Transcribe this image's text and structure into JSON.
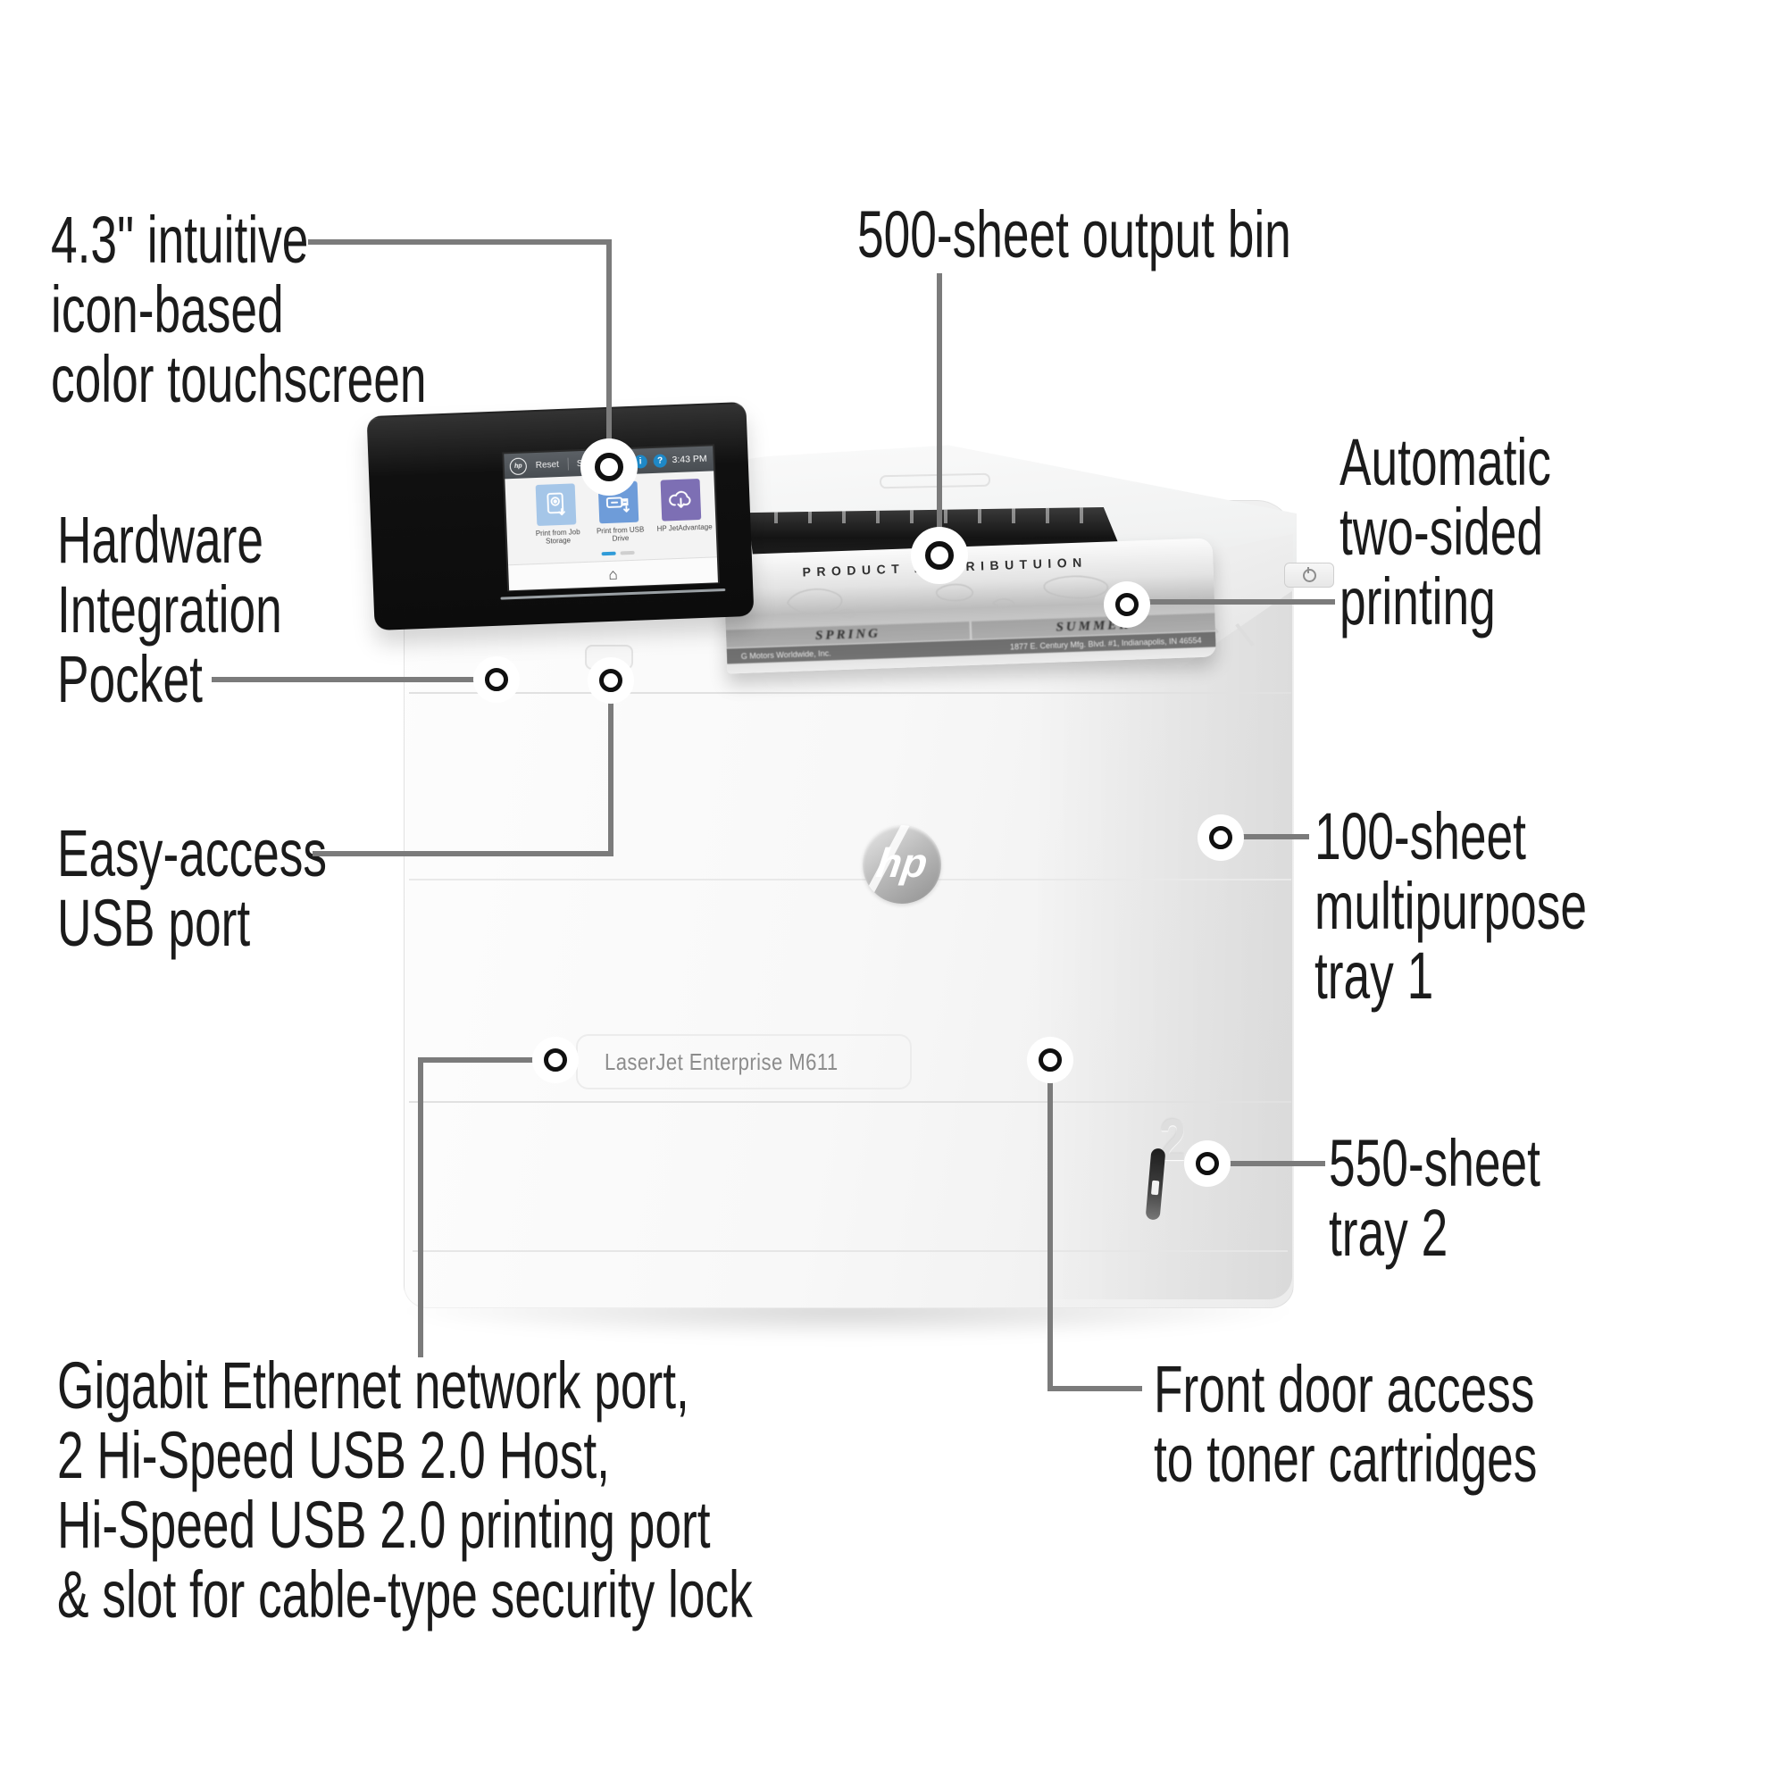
{
  "callouts": {
    "touchscreen": {
      "label": "4.3\" intuitive\nicon-based\ncolor touchscreen"
    },
    "output_bin": {
      "label": "500-sheet output bin"
    },
    "duplex": {
      "label": "Automatic\ntwo-sided\nprinting"
    },
    "hip": {
      "label": "Hardware\nIntegration\nPocket"
    },
    "usb": {
      "label": "Easy-access\nUSB port"
    },
    "tray1": {
      "label": "100-sheet\nmultipurpose\ntray 1"
    },
    "tray2": {
      "label": "550-sheet\ntray 2"
    },
    "front_door": {
      "label": "Front door access\nto toner cartridges"
    },
    "rear_ports": {
      "label": "Gigabit Ethernet network port,\n2 Hi-Speed USB 2.0 Host,\nHi-Speed USB 2.0 printing port\n& slot for cable-type security lock"
    }
  },
  "printer": {
    "model_label": "LaserJet Enterprise M611",
    "brand_logo": "hp",
    "tray_number": "2",
    "screen": {
      "logo": "hp",
      "reset_label": "Reset",
      "sign_in_label": "Sign In",
      "info_icon_glyph": "i",
      "help_icon_glyph": "?",
      "time": "3:43 PM",
      "tiles": [
        {
          "label": "Print from Job\nStorage",
          "color": "#a5c6e8"
        },
        {
          "label": "Print from USB\nDrive",
          "color": "#6e9cd9"
        },
        {
          "label": "HP JetAdvantage",
          "color": "#7d6fb4"
        }
      ],
      "home_icon": "⌂"
    },
    "printed_page": {
      "title": "PRODUCT DISTRIBUTUION",
      "season_left": "SPRING",
      "season_right": "SUMMER",
      "footer_left": "G Motors Worldwide, Inc.",
      "footer_right": "1877 E. Century Mfg. Blvd. #1, Indianapolis, IN 46554"
    }
  },
  "colors": {
    "callout_line": "#7b7b7b",
    "label_text": "#1b1b1b",
    "screen_bar": "#50555a",
    "accent_blue": "#1e88c7",
    "tile_blue_light": "#a5c6e8",
    "tile_blue": "#6e9cd9",
    "tile_purple": "#7d6fb4"
  }
}
